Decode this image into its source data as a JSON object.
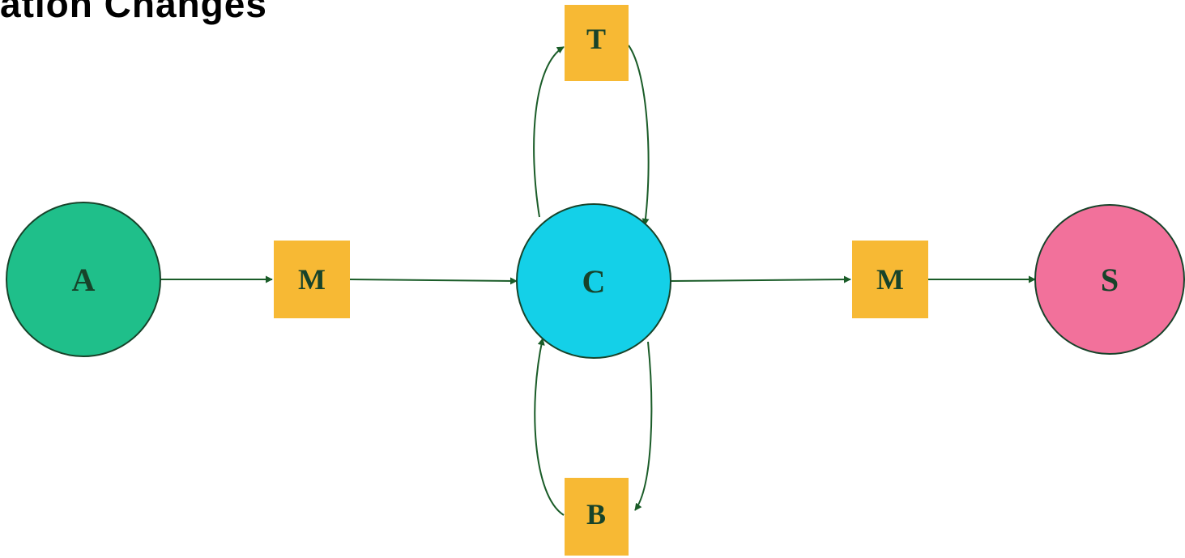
{
  "header": {
    "cropped_text": "ation Changes"
  },
  "colors": {
    "node_A": "#1fbf8a",
    "node_C": "#14d0e8",
    "node_S": "#f2719b",
    "box_fill": "#f7b934",
    "arrow": "#1a5c28",
    "label_text": "#17432a"
  },
  "nodes": [
    {
      "id": "A",
      "label": "A",
      "shape": "circle"
    },
    {
      "id": "M1",
      "label": "M",
      "shape": "box"
    },
    {
      "id": "C",
      "label": "C",
      "shape": "circle"
    },
    {
      "id": "M2",
      "label": "M",
      "shape": "box"
    },
    {
      "id": "S",
      "label": "S",
      "shape": "circle"
    },
    {
      "id": "T",
      "label": "T",
      "shape": "box"
    },
    {
      "id": "B",
      "label": "B",
      "shape": "box"
    }
  ],
  "edges": [
    {
      "from": "A",
      "to": "M1"
    },
    {
      "from": "M1",
      "to": "C"
    },
    {
      "from": "C",
      "to": "M2"
    },
    {
      "from": "M2",
      "to": "S"
    },
    {
      "from": "C",
      "to": "T"
    },
    {
      "from": "T",
      "to": "C"
    },
    {
      "from": "B",
      "to": "C"
    },
    {
      "from": "C",
      "to": "B"
    }
  ]
}
